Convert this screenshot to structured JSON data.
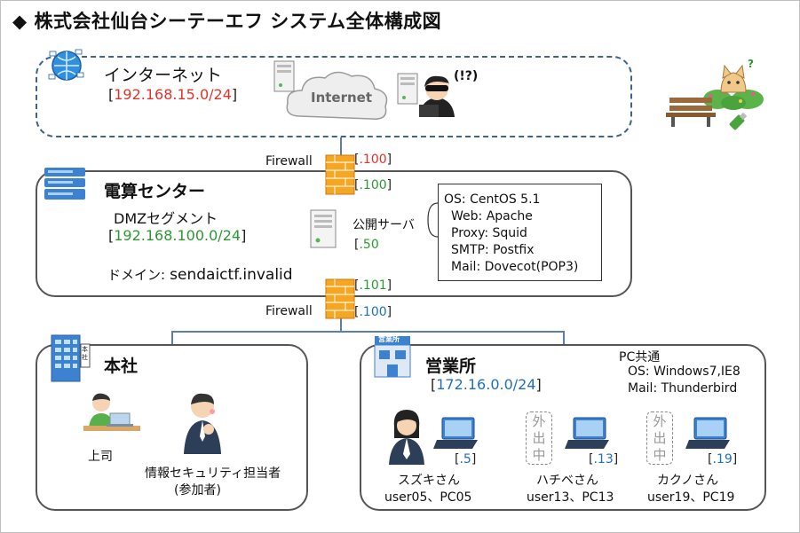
{
  "title": "◆ 株式会社仙台シーテーエフ システム全体構成図",
  "internet": {
    "label": "インターネット",
    "subnet": "192.168.15.0/24",
    "cloud_label": "Internet",
    "attacker_label": "(!?)"
  },
  "firewall_top": {
    "label": "Firewall",
    "outer_ip": ".100",
    "inner_ip": ".100"
  },
  "datacenter": {
    "label": "電算センター",
    "segment_label": "DMZセグメント",
    "subnet": "192.168.100.0/24",
    "domain_label": "ドメイン:",
    "domain": "sendaictf.invalid",
    "server_label": "公開サーバ",
    "server_ip": ".50",
    "server_info": [
      "OS: CentOS 5.1",
      "Web: Apache",
      "Proxy: Squid",
      "SMTP: Postfix",
      "Mail: Dovecot(POP3)"
    ]
  },
  "firewall_bottom": {
    "label": "Firewall",
    "outer_ip": ".101",
    "inner_ip": ".100"
  },
  "honsha": {
    "label": "本社",
    "building_sign": "本社",
    "boss_label": "上司",
    "security_label": "情報セキュリティ担当者",
    "security_sub": "(参加者)"
  },
  "eigyosho": {
    "label": "営業所",
    "building_sign": "営業所",
    "subnet": "172.16.0.0/24",
    "pc_common_title": "PC共通",
    "pc_common_os": "OS: Windows7,IE8",
    "pc_common_mail": "Mail: Thunderbird",
    "staff": [
      {
        "name": "スズキさん",
        "account": "user05、PC05",
        "ip": ".5",
        "away": ""
      },
      {
        "name": "ハチベさん",
        "account": "user13、PC13",
        "ip": ".13",
        "away": "外出中"
      },
      {
        "name": "カクノさん",
        "account": "user19、PC19",
        "ip": ".19",
        "away": "外出中"
      }
    ]
  },
  "colors": {
    "internet_ip": "#e0342a",
    "dmz_ip": "#2a9a30",
    "office_ip": "#1f6fbf",
    "line": "#5b7fa6",
    "firewall": "#f5a623"
  }
}
